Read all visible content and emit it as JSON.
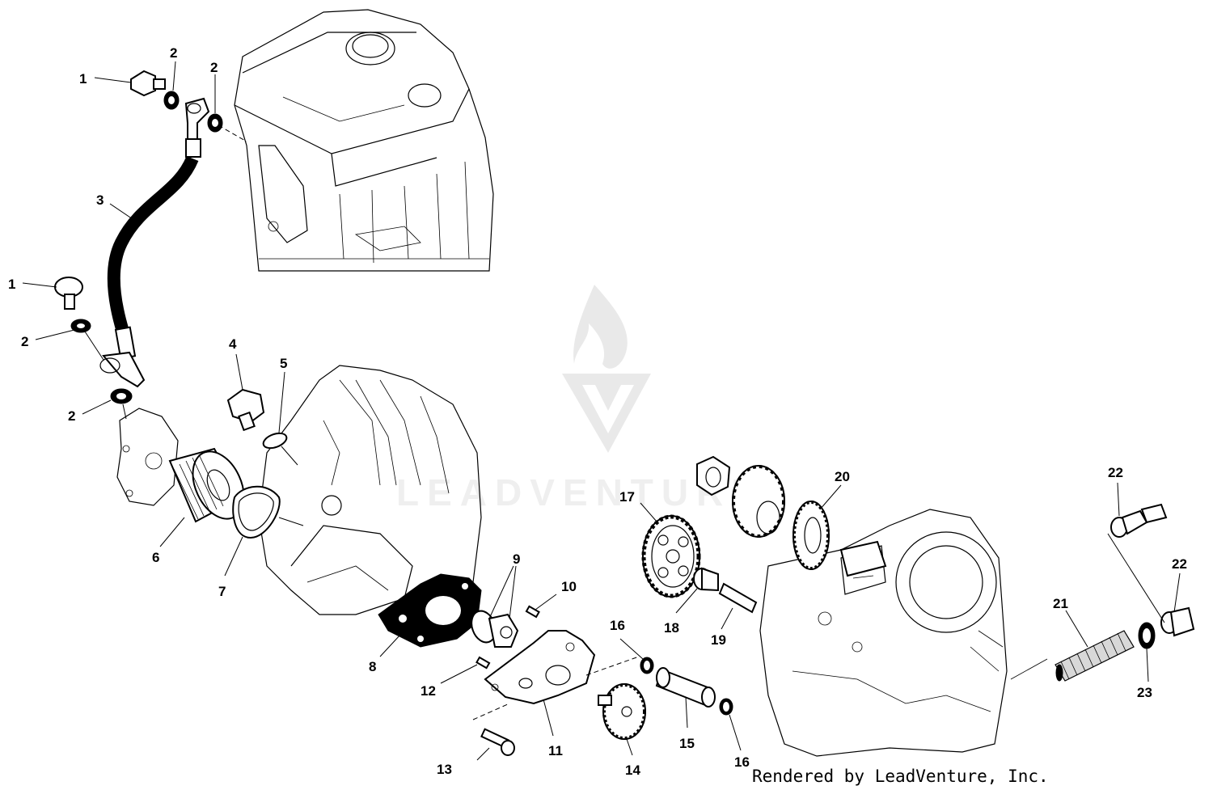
{
  "diagram": {
    "callouts": [
      {
        "id": "c1a",
        "label": "1"
      },
      {
        "id": "c2a",
        "label": "2"
      },
      {
        "id": "c2b",
        "label": "2"
      },
      {
        "id": "c3",
        "label": "3"
      },
      {
        "id": "c1b",
        "label": "1"
      },
      {
        "id": "c2c",
        "label": "2"
      },
      {
        "id": "c2d",
        "label": "2"
      },
      {
        "id": "c4",
        "label": "4"
      },
      {
        "id": "c5",
        "label": "5"
      },
      {
        "id": "c6",
        "label": "6"
      },
      {
        "id": "c7",
        "label": "7"
      },
      {
        "id": "c8",
        "label": "8"
      },
      {
        "id": "c9",
        "label": "9"
      },
      {
        "id": "c10",
        "label": "10"
      },
      {
        "id": "c11",
        "label": "11"
      },
      {
        "id": "c12",
        "label": "12"
      },
      {
        "id": "c13",
        "label": "13"
      },
      {
        "id": "c14",
        "label": "14"
      },
      {
        "id": "c15",
        "label": "15"
      },
      {
        "id": "c16a",
        "label": "16"
      },
      {
        "id": "c16b",
        "label": "16"
      },
      {
        "id": "c17",
        "label": "17"
      },
      {
        "id": "c18",
        "label": "18"
      },
      {
        "id": "c19",
        "label": "19"
      },
      {
        "id": "c20",
        "label": "20"
      },
      {
        "id": "c21",
        "label": "21"
      },
      {
        "id": "c22a",
        "label": "22"
      },
      {
        "id": "c22b",
        "label": "22"
      },
      {
        "id": "c23",
        "label": "23"
      }
    ],
    "watermark_text": "LEADVENTURE",
    "credit": "Rendered by LeadVenture, Inc."
  }
}
